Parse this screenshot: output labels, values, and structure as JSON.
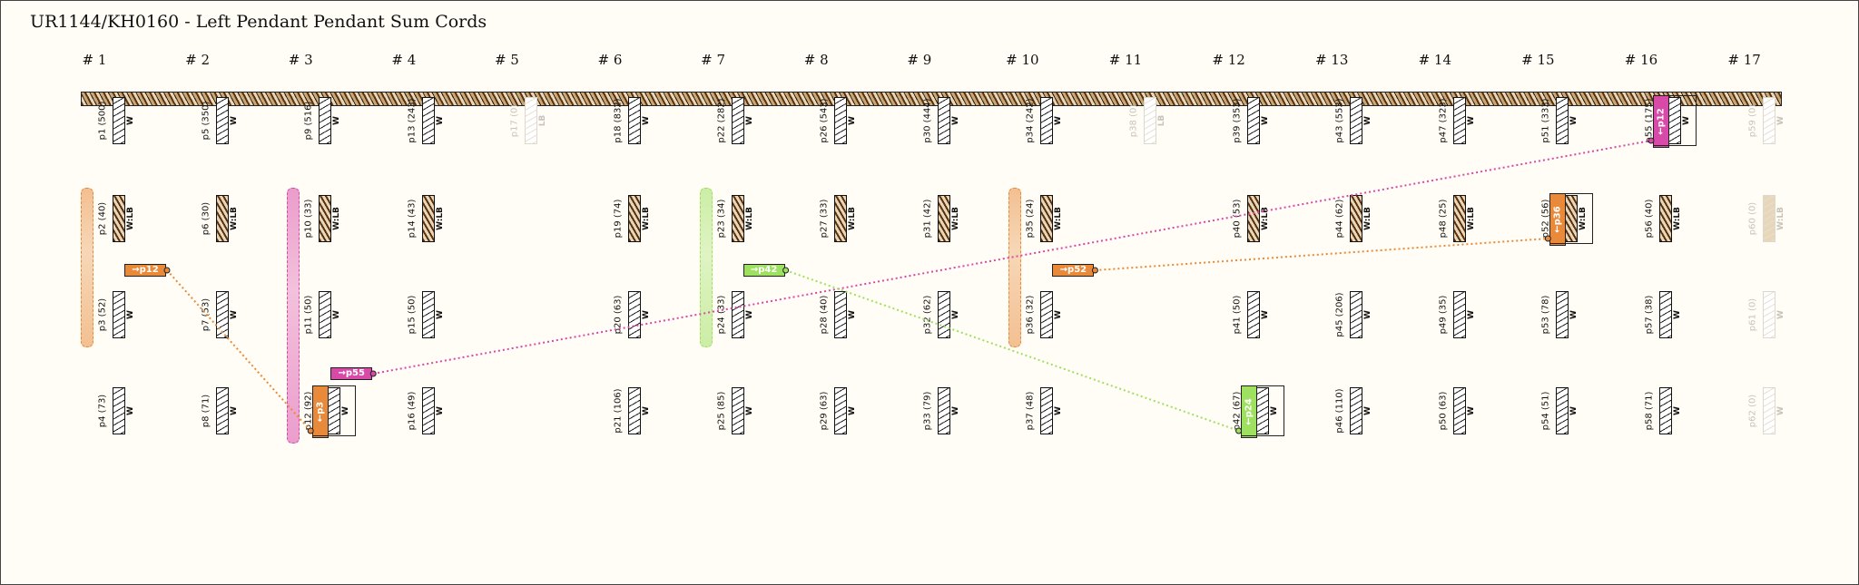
{
  "title": "UR1144/KH0160 - Left Pendant Pendant Sum Cords",
  "colors": {
    "orange": "#e88a3a",
    "magenta": "#d84aa8",
    "green": "#9ee060",
    "band": "#5a3210"
  },
  "groups": [
    "# 1",
    "# 2",
    "# 3",
    "# 4",
    "# 5",
    "# 6",
    "# 7",
    "# 8",
    "# 9",
    "# 10",
    "# 11",
    "# 12",
    "# 13",
    "# 14",
    "# 15",
    "# 16",
    "# 17"
  ],
  "cords": [
    {
      "id": "p1",
      "label": "p1 (500)",
      "color": "W",
      "group": 1,
      "row": 0
    },
    {
      "id": "p5",
      "label": "p5 (350)",
      "color": "W",
      "group": 2,
      "row": 0
    },
    {
      "id": "p9",
      "label": "p9 (516)",
      "color": "W",
      "group": 3,
      "row": 0
    },
    {
      "id": "p13",
      "label": "p13 (243)",
      "color": "W",
      "group": 4,
      "row": 0
    },
    {
      "id": "p17",
      "label": "p17 (0)",
      "color": "LB",
      "group": 5,
      "row": 0,
      "ghost": true
    },
    {
      "id": "p18",
      "label": "p18 (832)",
      "color": "W",
      "group": 6,
      "row": 0
    },
    {
      "id": "p22",
      "label": "p22 (282)",
      "color": "W",
      "group": 7,
      "row": 0
    },
    {
      "id": "p26",
      "label": "p26 (543)",
      "color": "W",
      "group": 8,
      "row": 0
    },
    {
      "id": "p30",
      "label": "p30 (444)",
      "color": "W",
      "group": 9,
      "row": 0
    },
    {
      "id": "p34",
      "label": "p34 (242)",
      "color": "W",
      "group": 10,
      "row": 0
    },
    {
      "id": "p38",
      "label": "p38 (0)",
      "color": "LB",
      "group": 11,
      "row": 0,
      "ghost": true
    },
    {
      "id": "p39",
      "label": "p39 (353)",
      "color": "W",
      "group": 12,
      "row": 0
    },
    {
      "id": "p43",
      "label": "p43 (553)",
      "color": "W",
      "group": 13,
      "row": 0
    },
    {
      "id": "p47",
      "label": "p47 (323)",
      "color": "W",
      "group": 14,
      "row": 0
    },
    {
      "id": "p51",
      "label": "p51 (333)",
      "color": "W",
      "group": 15,
      "row": 0
    },
    {
      "id": "p55",
      "label": "p55 (175)",
      "color": "W",
      "group": 16,
      "row": 0,
      "sum": "←p12",
      "sumcolor": "magenta"
    },
    {
      "id": "p59",
      "label": "p59 (0)",
      "color": "W",
      "group": 17,
      "row": 0,
      "ghost": true
    },
    {
      "id": "p2",
      "label": "p2 (40)",
      "color": "W:LB",
      "group": 1,
      "row": 1,
      "sub": true
    },
    {
      "id": "p6",
      "label": "p6 (30)",
      "color": "W:LB",
      "group": 2,
      "row": 1,
      "sub": true
    },
    {
      "id": "p10",
      "label": "p10 (33)",
      "color": "W:LB",
      "group": 3,
      "row": 1,
      "sub": true
    },
    {
      "id": "p14",
      "label": "p14 (43)",
      "color": "W:LB",
      "group": 4,
      "row": 1,
      "sub": true
    },
    {
      "id": "p19",
      "label": "p19 (74)",
      "color": "W:LB",
      "group": 6,
      "row": 1,
      "sub": true
    },
    {
      "id": "p23",
      "label": "p23 (34)",
      "color": "W:LB",
      "group": 7,
      "row": 1,
      "sub": true
    },
    {
      "id": "p27",
      "label": "p27 (33)",
      "color": "W:LB",
      "group": 8,
      "row": 1,
      "sub": true
    },
    {
      "id": "p31",
      "label": "p31 (42)",
      "color": "W:LB",
      "group": 9,
      "row": 1,
      "sub": true
    },
    {
      "id": "p35",
      "label": "p35 (24)",
      "color": "W:LB",
      "group": 10,
      "row": 1,
      "sub": true
    },
    {
      "id": "p40",
      "label": "p40 (53)",
      "color": "W:LB",
      "group": 12,
      "row": 1,
      "sub": true
    },
    {
      "id": "p44",
      "label": "p44 (62)",
      "color": "W:LB",
      "group": 13,
      "row": 1,
      "sub": true
    },
    {
      "id": "p48",
      "label": "p48 (25)",
      "color": "W:LB",
      "group": 14,
      "row": 1,
      "sub": true
    },
    {
      "id": "p52",
      "label": "p52 (56)",
      "color": "W:LB",
      "group": 15,
      "row": 1,
      "sub": true,
      "sum": "←p36",
      "sumcolor": "orange"
    },
    {
      "id": "p56",
      "label": "p56 (40)",
      "color": "W:LB",
      "group": 16,
      "row": 1,
      "sub": true
    },
    {
      "id": "p60",
      "label": "p60 (0)",
      "color": "W:LB",
      "group": 17,
      "row": 1,
      "sub": true,
      "ghost": true
    },
    {
      "id": "p3",
      "label": "p3 (52)",
      "color": "W",
      "group": 1,
      "row": 2
    },
    {
      "id": "p7",
      "label": "p7 (53)",
      "color": "W",
      "group": 2,
      "row": 2
    },
    {
      "id": "p11",
      "label": "p11 (50)",
      "color": "W",
      "group": 3,
      "row": 2
    },
    {
      "id": "p15",
      "label": "p15 (50)",
      "color": "W",
      "group": 4,
      "row": 2
    },
    {
      "id": "p20",
      "label": "p20 (63)",
      "color": "W",
      "group": 6,
      "row": 2
    },
    {
      "id": "p24",
      "label": "p24 (33)",
      "color": "W",
      "group": 7,
      "row": 2
    },
    {
      "id": "p28",
      "label": "p28 (40)",
      "color": "W",
      "group": 8,
      "row": 2
    },
    {
      "id": "p32",
      "label": "p32 (62)",
      "color": "W",
      "group": 9,
      "row": 2
    },
    {
      "id": "p36",
      "label": "p36 (32)",
      "color": "W",
      "group": 10,
      "row": 2
    },
    {
      "id": "p41",
      "label": "p41 (50)",
      "color": "W",
      "group": 12,
      "row": 2
    },
    {
      "id": "p45",
      "label": "p45 (206)",
      "color": "W",
      "group": 13,
      "row": 2
    },
    {
      "id": "p49",
      "label": "p49 (35)",
      "color": "W",
      "group": 14,
      "row": 2
    },
    {
      "id": "p53",
      "label": "p53 (78)",
      "color": "W",
      "group": 15,
      "row": 2
    },
    {
      "id": "p57",
      "label": "p57 (38)",
      "color": "W",
      "group": 16,
      "row": 2
    },
    {
      "id": "p61",
      "label": "p61 (0)",
      "color": "W",
      "group": 17,
      "row": 2,
      "ghost": true
    },
    {
      "id": "p4",
      "label": "p4 (73)",
      "color": "W",
      "group": 1,
      "row": 3
    },
    {
      "id": "p8",
      "label": "p8 (71)",
      "color": "W",
      "group": 2,
      "row": 3
    },
    {
      "id": "p12",
      "label": "p12 (92)",
      "color": "W",
      "group": 3,
      "row": 3,
      "sum": "←p3",
      "sumcolor": "orange"
    },
    {
      "id": "p16",
      "label": "p16 (49)",
      "color": "W",
      "group": 4,
      "row": 3
    },
    {
      "id": "p21",
      "label": "p21 (106)",
      "color": "W",
      "group": 6,
      "row": 3
    },
    {
      "id": "p25",
      "label": "p25 (85)",
      "color": "W",
      "group": 7,
      "row": 3
    },
    {
      "id": "p29",
      "label": "p29 (63)",
      "color": "W",
      "group": 8,
      "row": 3
    },
    {
      "id": "p33",
      "label": "p33 (79)",
      "color": "W",
      "group": 9,
      "row": 3
    },
    {
      "id": "p37",
      "label": "p37 (48)",
      "color": "W",
      "group": 10,
      "row": 3
    },
    {
      "id": "p42",
      "label": "p42 (67)",
      "color": "W",
      "group": 12,
      "row": 3,
      "sum": "←p24",
      "sumcolor": "green"
    },
    {
      "id": "p46",
      "label": "p46 (110)",
      "color": "W",
      "group": 13,
      "row": 3
    },
    {
      "id": "p50",
      "label": "p50 (63)",
      "color": "W",
      "group": 14,
      "row": 3
    },
    {
      "id": "p54",
      "label": "p54 (51)",
      "color": "W",
      "group": 15,
      "row": 3
    },
    {
      "id": "p58",
      "label": "p58 (71)",
      "color": "W",
      "group": 16,
      "row": 3
    },
    {
      "id": "p62",
      "label": "p62 (0)",
      "color": "W",
      "group": 17,
      "row": 3,
      "ghost": true
    }
  ],
  "pointers": [
    {
      "id": "ptr-p12",
      "label": "→p12",
      "color": "orange",
      "group": 1,
      "row": 2
    },
    {
      "id": "ptr-p55",
      "label": "→p55",
      "color": "magenta",
      "group": 3,
      "row": 3
    },
    {
      "id": "ptr-p42",
      "label": "→p42",
      "color": "green",
      "group": 7,
      "row": 2
    },
    {
      "id": "ptr-p52",
      "label": "→p52",
      "color": "orange",
      "group": 10,
      "row": 2
    }
  ],
  "links": [
    {
      "from": "ptr-p12",
      "to": "p12",
      "color": "orange"
    },
    {
      "from": "ptr-p55",
      "to": "p55",
      "color": "magenta"
    },
    {
      "from": "ptr-p42",
      "to": "p42",
      "color": "green"
    },
    {
      "from": "ptr-p52",
      "to": "p52",
      "color": "orange"
    }
  ],
  "brackets": [
    {
      "group": 1,
      "from_row": 1,
      "to_row": 2,
      "color": "orange"
    },
    {
      "group": 3,
      "from_row": 1,
      "to_row": 3,
      "color": "magenta"
    },
    {
      "group": 7,
      "from_row": 1,
      "to_row": 2,
      "color": "green"
    },
    {
      "group": 10,
      "from_row": 1,
      "to_row": 2,
      "color": "orange"
    }
  ]
}
